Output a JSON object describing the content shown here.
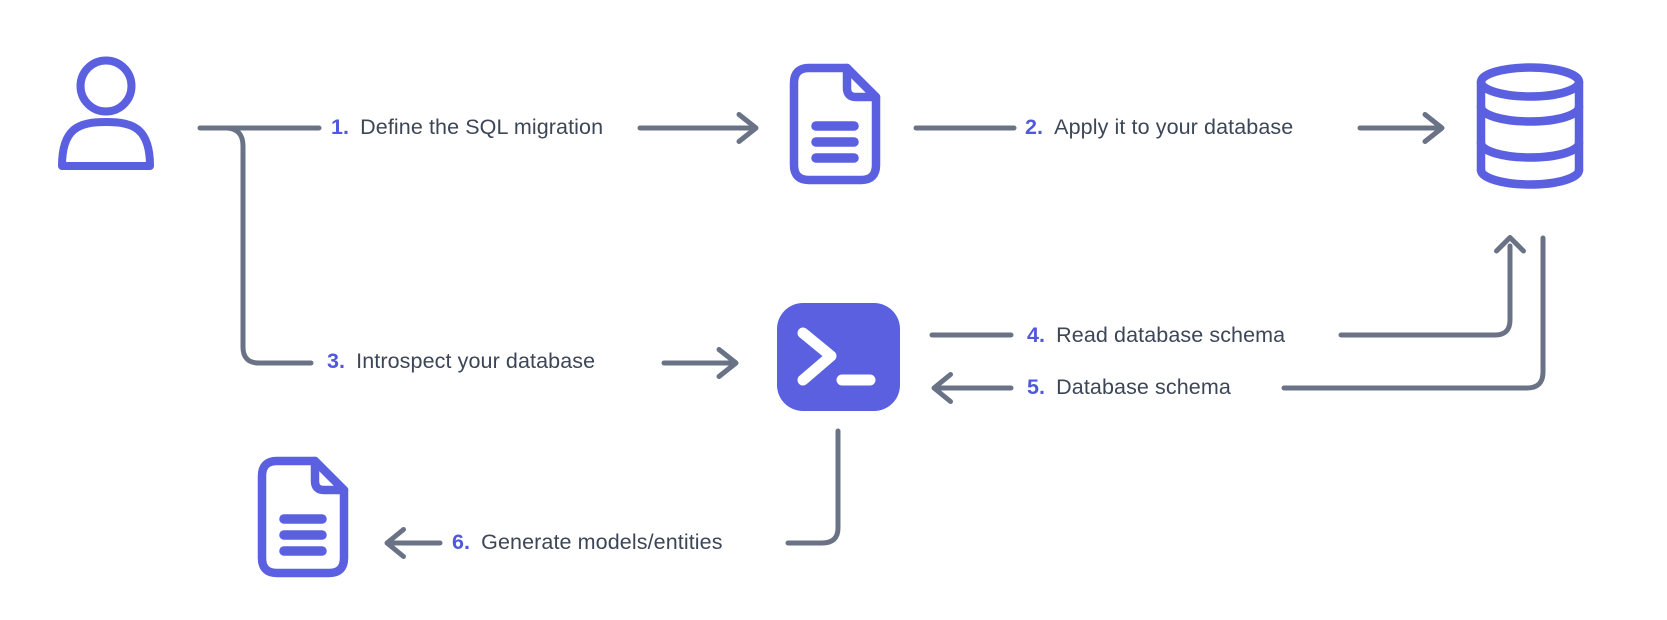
{
  "colors": {
    "accent": "#5a60e0",
    "number": "#5058dd",
    "line": "#6a7386",
    "text": "#3c4657",
    "background": "#ffffff",
    "terminal_glyph": "#ffffff"
  },
  "nodes": [
    {
      "id": "user",
      "icon": "person-icon"
    },
    {
      "id": "sql-migration-file",
      "icon": "document-icon"
    },
    {
      "id": "database",
      "icon": "database-icon"
    },
    {
      "id": "cli",
      "icon": "terminal-icon"
    },
    {
      "id": "models-file",
      "icon": "document-icon"
    }
  ],
  "steps": [
    {
      "number": "1.",
      "text": "Define the SQL migration",
      "from": "user",
      "to": "sql-migration-file"
    },
    {
      "number": "2.",
      "text": "Apply it to your database",
      "from": "sql-migration-file",
      "to": "database"
    },
    {
      "number": "3.",
      "text": "Introspect your database",
      "from": "user",
      "to": "cli"
    },
    {
      "number": "4.",
      "text": "Read database schema",
      "from": "cli",
      "to": "database"
    },
    {
      "number": "5.",
      "text": "Database schema",
      "from": "database",
      "to": "cli"
    },
    {
      "number": "6.",
      "text": "Generate models/entities",
      "from": "cli",
      "to": "models-file"
    }
  ]
}
